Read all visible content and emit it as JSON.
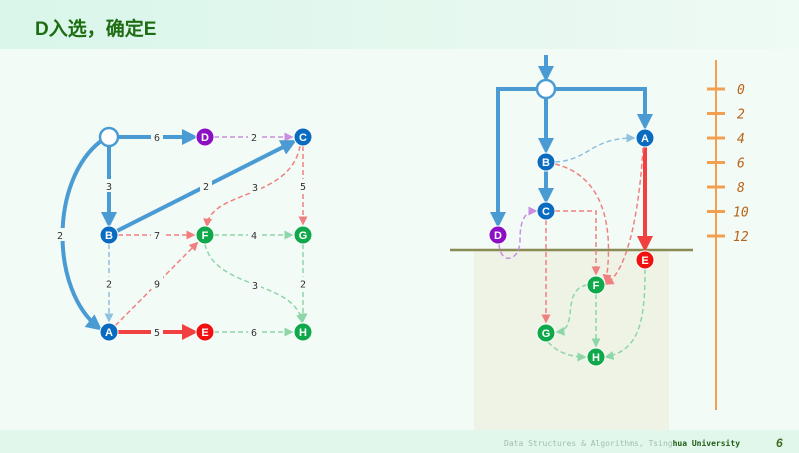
{
  "header": {
    "title": "D入选，确定E"
  },
  "footer": {
    "course_prefix": "Data Structures & Algorithms, Tsing",
    "course_suffix": "hua University",
    "page": "6"
  },
  "colors": {
    "blue": "#0a6cc0",
    "purple": "#8c0fc4",
    "green": "#0fa84b",
    "red": "#f01010",
    "edge_blue": "#4a9bd4",
    "edge_red": "#f08080",
    "edge_green": "#8ed6a8",
    "edge_purple": "#c98ee0",
    "scale": "#f0a050"
  },
  "graph": {
    "nodes": [
      {
        "id": "S",
        "color": "white"
      },
      {
        "id": "D",
        "color": "purple"
      },
      {
        "id": "C",
        "color": "blue"
      },
      {
        "id": "B",
        "color": "blue"
      },
      {
        "id": "F",
        "color": "green"
      },
      {
        "id": "G",
        "color": "green"
      },
      {
        "id": "A",
        "color": "blue"
      },
      {
        "id": "E",
        "color": "red"
      },
      {
        "id": "H",
        "color": "green"
      }
    ],
    "edges": [
      {
        "from": "S",
        "to": "D",
        "w": "6",
        "style": "tree"
      },
      {
        "from": "D",
        "to": "C",
        "w": "2",
        "style": "purple"
      },
      {
        "from": "S",
        "to": "B",
        "w": "3",
        "style": "tree"
      },
      {
        "from": "S",
        "to": "A",
        "w": "2",
        "style": "tree"
      },
      {
        "from": "B",
        "to": "C",
        "w": "2",
        "style": "tree"
      },
      {
        "from": "C",
        "to": "F",
        "w": "3",
        "style": "red"
      },
      {
        "from": "C",
        "to": "G",
        "w": "5",
        "style": "red"
      },
      {
        "from": "B",
        "to": "F",
        "w": "7",
        "style": "red"
      },
      {
        "from": "F",
        "to": "G",
        "w": "4",
        "style": "green"
      },
      {
        "from": "B",
        "to": "A",
        "w": "2",
        "style": "bluedash"
      },
      {
        "from": "A",
        "to": "F",
        "w": "9",
        "style": "red"
      },
      {
        "from": "F",
        "to": "H",
        "w": "3",
        "style": "green"
      },
      {
        "from": "G",
        "to": "H",
        "w": "2",
        "style": "green"
      },
      {
        "from": "A",
        "to": "E",
        "w": "5",
        "style": "redtree"
      },
      {
        "from": "E",
        "to": "H",
        "w": "6",
        "style": "green"
      }
    ]
  },
  "scale": {
    "ticks": [
      "0",
      "2",
      "4",
      "6",
      "8",
      "10",
      "12"
    ]
  }
}
